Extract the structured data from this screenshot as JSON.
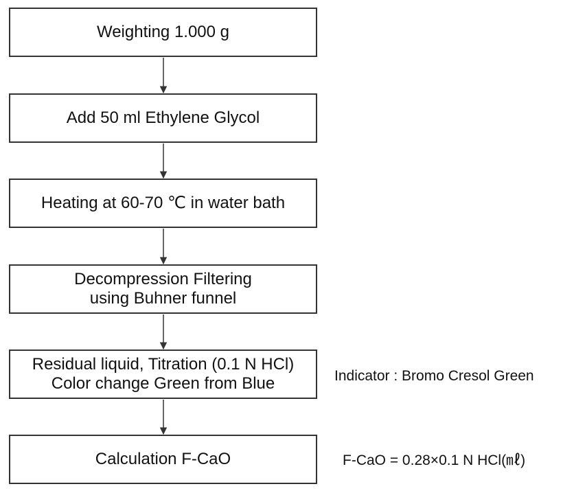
{
  "steps": [
    {
      "lines": [
        "Weighting 1.000 g"
      ]
    },
    {
      "lines": [
        "Add 50 ml Ethylene Glycol"
      ]
    },
    {
      "lines": [
        "Heating at 60-70 ℃ in water bath"
      ]
    },
    {
      "lines": [
        "Decompression Filtering",
        "using Buhner funnel"
      ]
    },
    {
      "lines": [
        "Residual liquid, Titration (0.1 N HCl)",
        "Color change Green from Blue"
      ]
    },
    {
      "lines": [
        "Calculation F-CaO"
      ]
    }
  ],
  "notes": {
    "indicator": "Indicator : Bromo Cresol Green",
    "formula": "F-CaO = 0.28×0.1 N HCl(㎖)"
  },
  "colors": {
    "box_border": "#333333",
    "arrow": "#333333",
    "text": "#111111"
  }
}
